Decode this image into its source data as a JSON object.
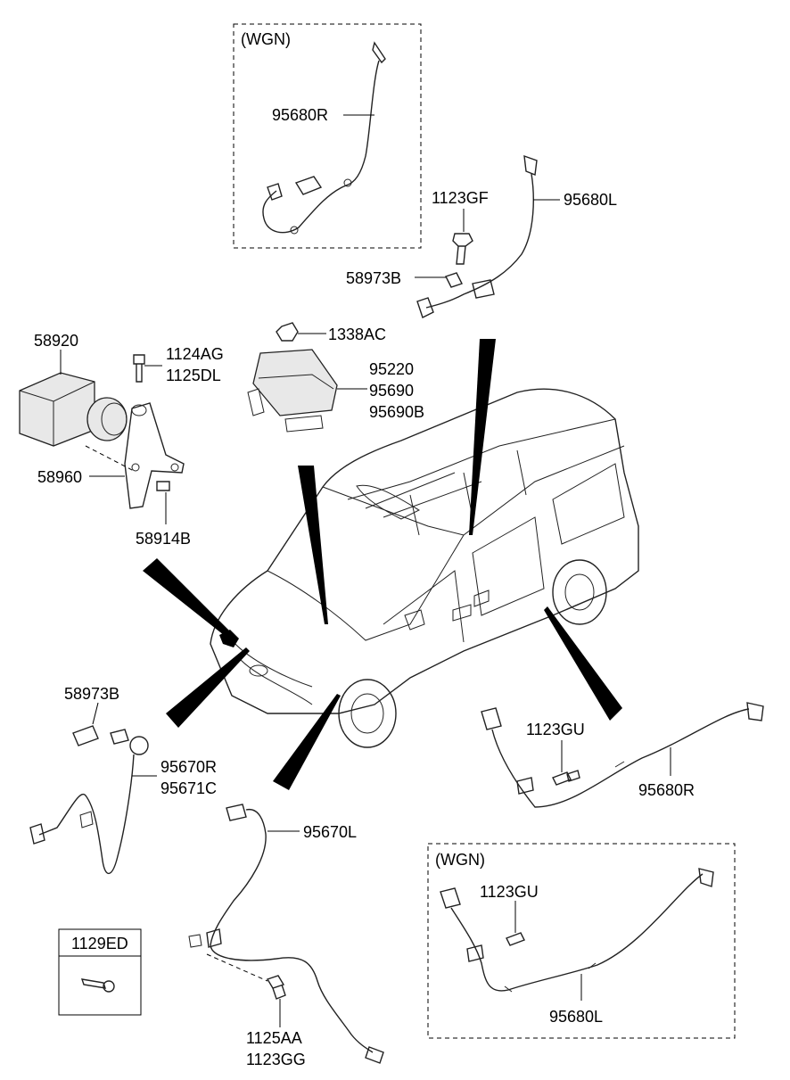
{
  "groups": {
    "wgn_top": "(WGN)",
    "wgn_bottom": "(WGN)"
  },
  "labels": {
    "p95680R_wgn": "95680R",
    "p1123GF": "1123GF",
    "p95680L_top": "95680L",
    "p58973B_top": "58973B",
    "p1338AC": "1338AC",
    "p95220": "95220",
    "p95690": "95690",
    "p95690B": "95690B",
    "p58920": "58920",
    "p1124AG": "1124AG",
    "p1125DL": "1125DL",
    "p58960": "58960",
    "p58914B": "58914B",
    "p58973B_left": "58973B",
    "p95670R": "95670R",
    "p95671C": "95671C",
    "p1123GU_mid": "1123GU",
    "p95680R_mid": "95680R",
    "p95670L": "95670L",
    "p1129ED": "1129ED",
    "p1125AA": "1125AA",
    "p1123GG": "1123GG",
    "p1123GU_wgn": "1123GU",
    "p95680L_wgn": "95680L"
  }
}
